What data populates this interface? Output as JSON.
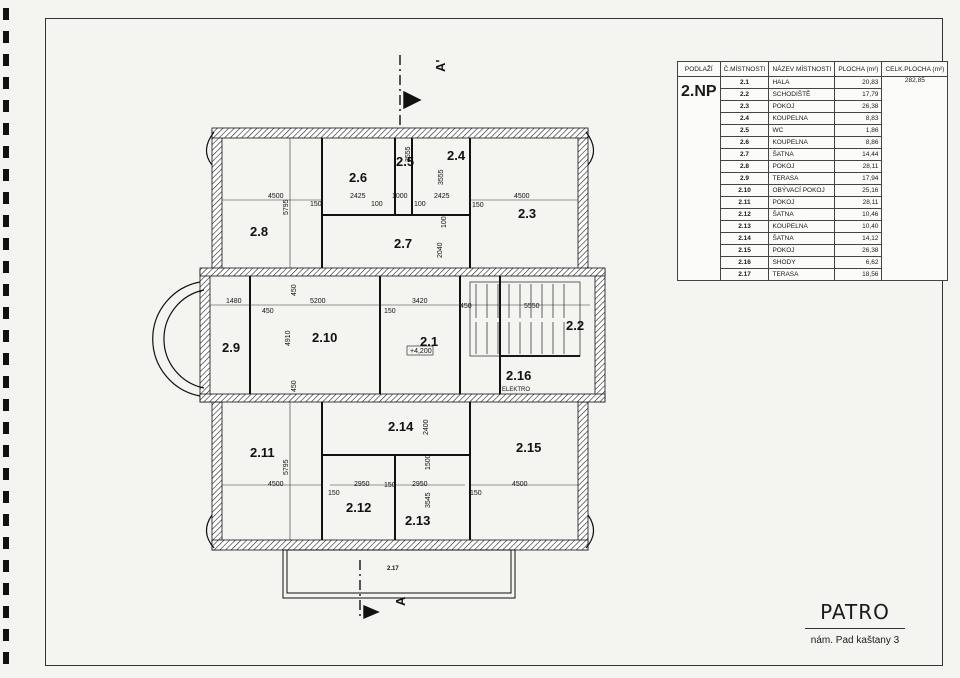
{
  "drawing": {
    "title": "PATRO",
    "address": "nám. Pad kaštany 3",
    "section_mark": "A",
    "section_mark_top": "A'"
  },
  "schedule": {
    "headers": {
      "floor": "PODLAŽÍ",
      "room_no": "Č.MÍSTNOSTI",
      "room_name": "NÁZEV MÍSTNOSTI",
      "area": "PLOCHA (m²)",
      "total_area": "CELK.PLOCHA (m²)"
    },
    "floor": "2.NP",
    "total": "282,85",
    "rows": [
      {
        "id": "2.1",
        "name": "HALA",
        "area": "20,83"
      },
      {
        "id": "2.2",
        "name": "SCHODIŠTĚ",
        "area": "17,79"
      },
      {
        "id": "2.3",
        "name": "POKOJ",
        "area": "26,38"
      },
      {
        "id": "2.4",
        "name": "KOUPELNA",
        "area": "8,83"
      },
      {
        "id": "2.5",
        "name": "WC",
        "area": "1,86"
      },
      {
        "id": "2.6",
        "name": "KOUPELNA",
        "area": "8,86"
      },
      {
        "id": "2.7",
        "name": "ŠATNA",
        "area": "14,44"
      },
      {
        "id": "2.8",
        "name": "POKOJ",
        "area": "28,11"
      },
      {
        "id": "2.9",
        "name": "TERASA",
        "area": "17,94"
      },
      {
        "id": "2.10",
        "name": "OBÝVACÍ POKOJ",
        "area": "25,16"
      },
      {
        "id": "2.11",
        "name": "POKOJ",
        "area": "28,11"
      },
      {
        "id": "2.12",
        "name": "ŠATNA",
        "area": "10,46"
      },
      {
        "id": "2.13",
        "name": "KOUPELNA",
        "area": "10,40"
      },
      {
        "id": "2.14",
        "name": "ŠATNA",
        "area": "14,12"
      },
      {
        "id": "2.15",
        "name": "POKOJ",
        "area": "26,38"
      },
      {
        "id": "2.16",
        "name": "SHODY",
        "area": "6,62"
      },
      {
        "id": "2.17",
        "name": "TERASA",
        "area": "18,56"
      }
    ]
  },
  "plan": {
    "rooms": {
      "r2_1": "2.1",
      "r2_2": "2.2",
      "r2_3": "2.3",
      "r2_4": "2.4",
      "r2_5": "2.5",
      "r2_6": "2.6",
      "r2_7": "2.7",
      "r2_8": "2.8",
      "r2_9": "2.9",
      "r2_10": "2.10",
      "r2_11": "2.11",
      "r2_12": "2.12",
      "r2_13": "2.13",
      "r2_14": "2.14",
      "r2_15": "2.15",
      "r2_16": "2.16",
      "r2_17": "2.17"
    },
    "level_mark": "+4,200",
    "elektro": "ELEKTRO",
    "dims": {
      "d4500a": "4500",
      "d5795a": "5795",
      "d150a": "150",
      "d2425a": "2425",
      "d1000": "1000",
      "d100a": "100",
      "d100b": "100",
      "d2425b": "2425",
      "d3555a": "3555",
      "d3555b": "3555",
      "d150b": "150",
      "d4500b": "4500",
      "d2040": "2040",
      "d100c": "100",
      "d1480": "1480",
      "d450a": "450",
      "d5200": "5200",
      "d450b": "450",
      "d4910": "4910",
      "d450c": "450",
      "d3420": "3420",
      "d150c": "150",
      "d450d": "450",
      "d5550": "5550",
      "d2400": "2400",
      "d4500c": "4500",
      "d5795b": "5795",
      "d150d": "150",
      "d2950a": "2950",
      "d150e": "150",
      "d2950b": "2950",
      "d1500": "1500",
      "d3545": "3545",
      "d150f": "150",
      "d4500d": "4500"
    }
  }
}
